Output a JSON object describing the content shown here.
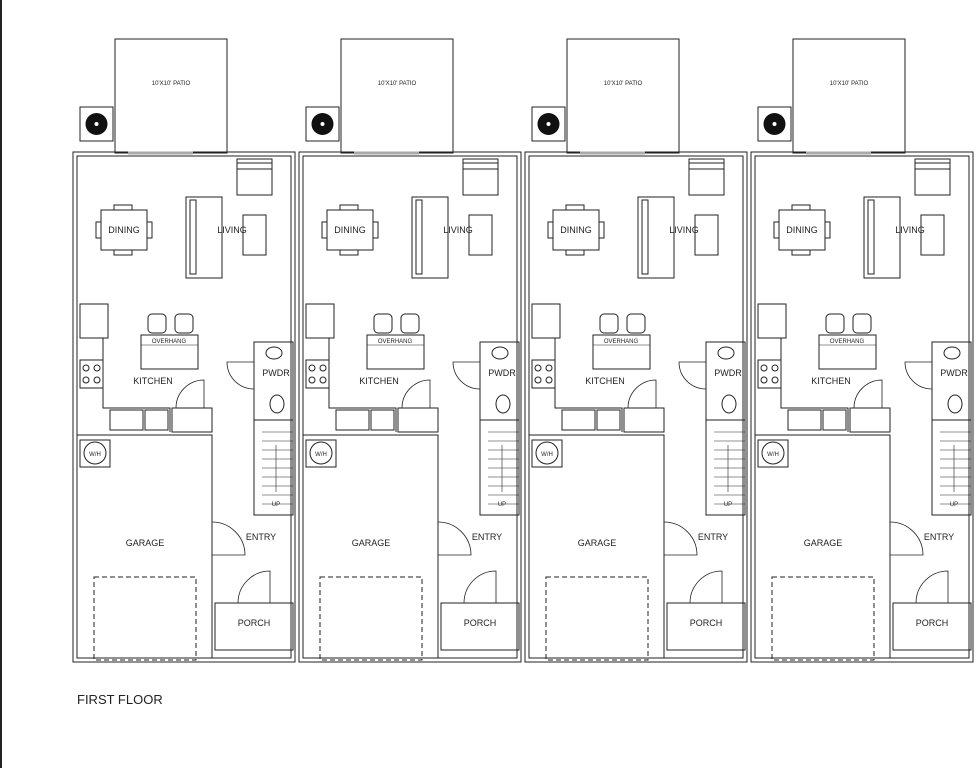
{
  "plan": {
    "title": "FIRST FLOOR",
    "line_color": "#222222",
    "units": [
      {
        "patio": "10'X10' PATIO",
        "dining": "DINING",
        "living": "LIVING",
        "overhang": "OVERHANG",
        "kitchen": "KITCHEN",
        "pwdr": "PWDR",
        "wh": "W/H",
        "up": "UP",
        "garage": "GARAGE",
        "entry": "ENTRY",
        "porch": "PORCH"
      },
      {
        "patio": "10'X10' PATIO",
        "dining": "DINING",
        "living": "LIVING",
        "overhang": "OVERHANG",
        "kitchen": "KITCHEN",
        "pwdr": "PWDR",
        "wh": "W/H",
        "up": "UP",
        "garage": "GARAGE",
        "entry": "ENTRY",
        "porch": "PORCH"
      },
      {
        "patio": "10'X10' PATIO",
        "dining": "DINING",
        "living": "LIVING",
        "overhang": "OVERHANG",
        "kitchen": "KITCHEN",
        "pwdr": "PWDR",
        "wh": "W/H",
        "up": "UP",
        "garage": "GARAGE",
        "entry": "ENTRY",
        "porch": "PORCH"
      },
      {
        "patio": "10'X10' PATIO",
        "dining": "DINING",
        "living": "LIVING",
        "overhang": "OVERHANG",
        "kitchen": "KITCHEN",
        "pwdr": "PWDR",
        "wh": "W/H",
        "up": "UP",
        "garage": "GARAGE",
        "entry": "ENTRY",
        "porch": "PORCH"
      }
    ]
  }
}
